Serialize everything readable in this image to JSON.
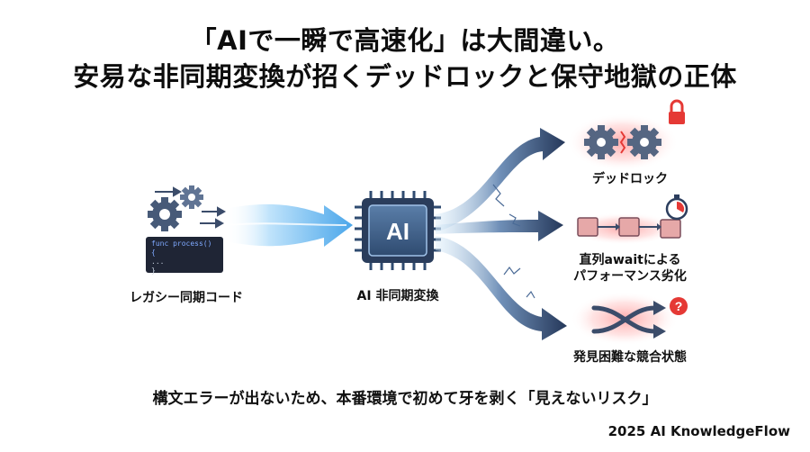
{
  "title": {
    "line1": "「AIで一瞬で高速化」は大間違い。",
    "line2": "安易な非同期変換が招くデッドロックと保守地獄の正体"
  },
  "diagram": {
    "legacy_label": "レガシー同期コード",
    "code_lines": [
      "func process() {",
      "  ...",
      "}"
    ],
    "chip_text": "AI",
    "chip_label": "AI 非同期変換",
    "outcomes": [
      {
        "label": "デッドロック"
      },
      {
        "label_line1": "直列awaitによる",
        "label_line2": "パフォーマンス劣化"
      },
      {
        "label": "発見困難な競合状態"
      }
    ]
  },
  "bottom_text": "構文エラーが出ないため、本番環境で初めて牙を剥く「見えないリスク」",
  "footer": "2025 AI KnowledgeFlow",
  "colors": {
    "arrow_blue": "#7fc3f5",
    "arrow_dark": "#2c3e5e",
    "danger_red": "#e53935",
    "glow_red": "#ffb3b3",
    "chip_face": "#3f5f8a"
  }
}
